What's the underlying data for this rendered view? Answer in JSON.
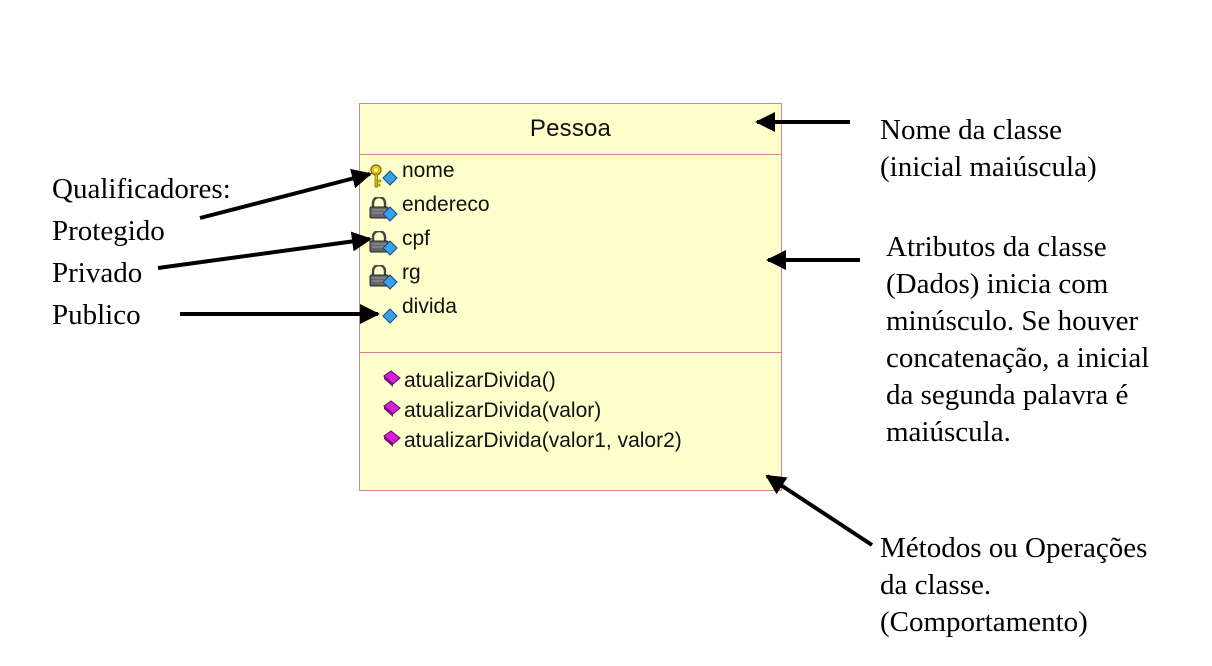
{
  "class": {
    "name": "Pessoa",
    "attributes": [
      {
        "label": "nome",
        "visibility": "protected",
        "icon": "key-icon"
      },
      {
        "label": "endereco",
        "visibility": "private",
        "icon": "lock-icon"
      },
      {
        "label": "cpf",
        "visibility": "private",
        "icon": "lock-icon"
      },
      {
        "label": "rg",
        "visibility": "private",
        "icon": "lock-icon"
      },
      {
        "label": "divida",
        "visibility": "public",
        "icon": "diamond-icon"
      }
    ],
    "operations": [
      {
        "label": "atualizarDivida()",
        "icon": "method-icon"
      },
      {
        "label": "atualizarDivida(valor)",
        "icon": "method-icon"
      },
      {
        "label": "atualizarDivida(valor1, valor2)",
        "icon": "method-icon"
      }
    ]
  },
  "annotations": {
    "nome": [
      "Nome da classe",
      "(inicial maiúscula)"
    ],
    "atributos": [
      "Atributos da classe",
      "(Dados) inicia com",
      "minúsculo. Se houver",
      "concatenação, a inicial",
      "da segunda palavra é",
      "maiúscula."
    ],
    "metodos": [
      "Métodos ou Operações",
      "da classe.",
      "(Comportamento)"
    ],
    "qualificadores": [
      "Qualificadores:",
      "Protegido",
      "Privado",
      "Publico"
    ]
  },
  "colors": {
    "class_fill": "#ffffcc",
    "class_border": "#d97fa6",
    "attribute_marker": "#3aa0e8",
    "method_marker": "#d61fd6",
    "key": "#e8c51a",
    "lock": "#555555"
  }
}
